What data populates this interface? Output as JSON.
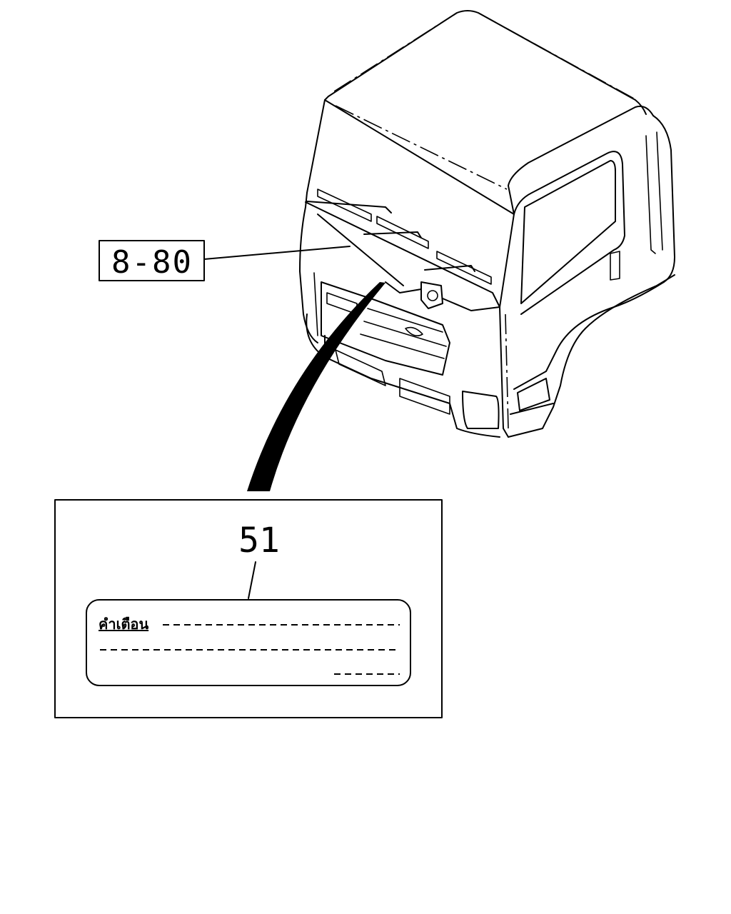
{
  "callout": {
    "reference": "8-80"
  },
  "detail": {
    "part_number": "51",
    "label_heading": "คำเตือน"
  }
}
